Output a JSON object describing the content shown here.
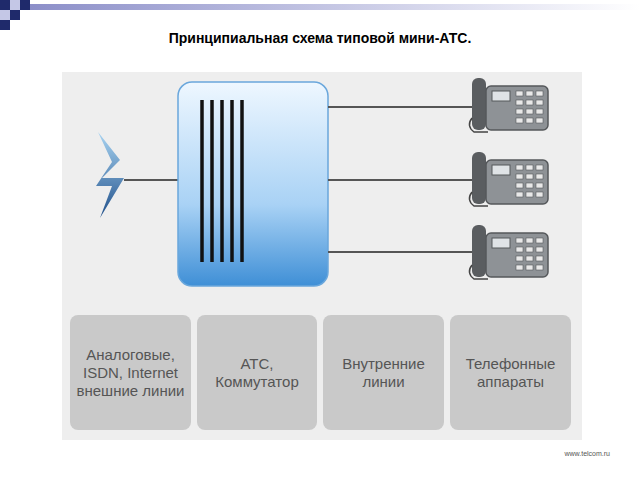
{
  "diagram": {
    "title": "Принципиальная схема типовой мини-АТС.",
    "nodes": [
      {
        "text": [
          "Аналоговые, ISDN, Internet внешние линии"
        ]
      },
      {
        "text": [
          "АТС, Коммутатор"
        ]
      },
      {
        "text": [
          "Внутренние линии"
        ]
      },
      {
        "text": [
          "Телефонные аппараты"
        ]
      }
    ],
    "labels": [
      "www.telcom.ru"
    ]
  }
}
